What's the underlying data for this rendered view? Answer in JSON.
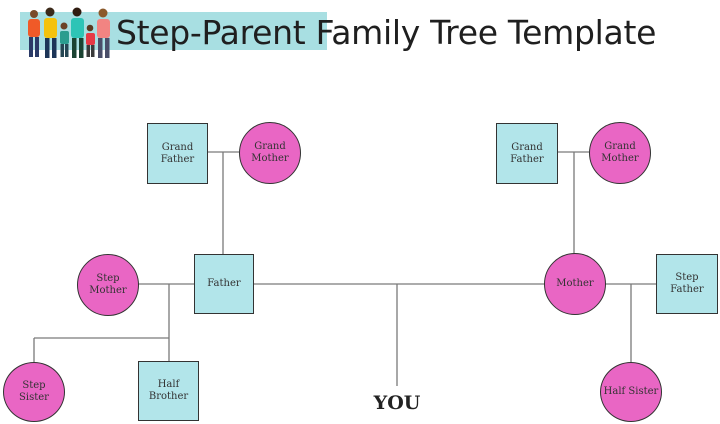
{
  "title": {
    "highlighted": "Step-Parent",
    "rest": "Family Tree Template"
  },
  "colors": {
    "square_fill": "#b2e5ea",
    "circle_fill": "#e966c4",
    "title_highlight": "#a8dfe2"
  },
  "icons": [
    "family-group-icon"
  ],
  "tree": {
    "left_grandfather": "Grand Father",
    "left_grandmother": "Grand Mother",
    "right_grandfather": "Grand Father",
    "right_grandmother": "Grand Mother",
    "father": "Father",
    "mother": "Mother",
    "step_mother": "Step Mother",
    "step_father": "Step Father",
    "step_sister": "Step Sister",
    "half_brother": "Half Brother",
    "half_sister": "Half Sister",
    "you": "YOU"
  }
}
